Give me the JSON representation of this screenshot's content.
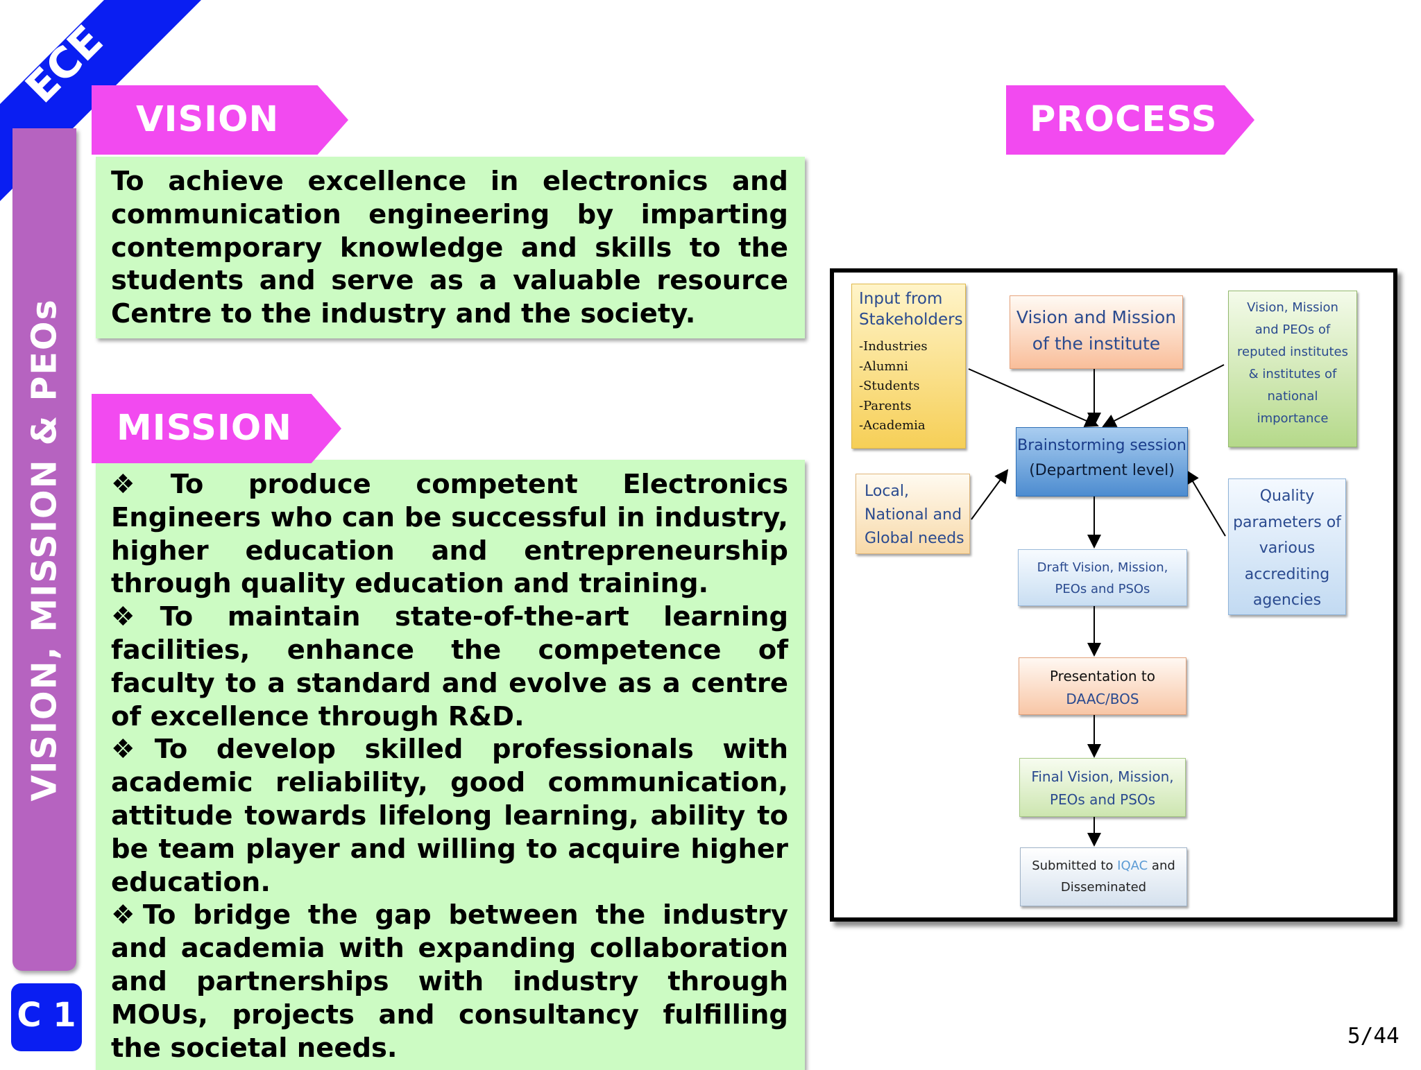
{
  "corner": {
    "label": "ECE"
  },
  "sidebar": {
    "title": "VISION, MISSION & PEOs",
    "badge": "C 1"
  },
  "vision": {
    "heading": "VISION",
    "text": "To achieve excellence in electronics and communication engineering by imparting contemporary knowledge and skills to the students and serve as a valuable resource Centre to the industry and the society."
  },
  "mission": {
    "heading": "MISSION",
    "items": [
      "❖To produce competent Electronics Engineers who can be successful in industry, higher education and entrepreneurship through quality education and training.",
      "❖To maintain state-of-the-art learning facilities, enhance the competence of faculty to a standard and evolve as a centre of excellence through R&D.",
      "❖To develop skilled professionals with academic reliability, good communication, attitude towards lifelong learning, ability to be team player and willing to acquire higher education.",
      "❖To bridge the gap between the industry and academia with expanding collaboration and partnerships with industry through MOUs, projects and consultancy fulfilling the societal needs."
    ]
  },
  "process": {
    "heading": "PROCESS",
    "nodes": {
      "stakeholders": {
        "title1": "Input from",
        "title2": "Stakeholders",
        "items": [
          "-Industries",
          "-Alumni",
          "-Students",
          "-Parents",
          "-Academia"
        ]
      },
      "institute": {
        "line1": "Vision and Mission",
        "line2": "of the institute"
      },
      "reputed": {
        "line1": "Vision, Mission",
        "line2": "and PEOs of",
        "line3": "reputed institutes",
        "line4": "& institutes of",
        "line5": "national",
        "line6": "importance"
      },
      "brainstorm": {
        "line1": "Brainstorming session",
        "line2": "(Department level)"
      },
      "local": {
        "line1": "Local,",
        "line2": "National and",
        "line3": "Global needs"
      },
      "quality": {
        "line1": "Quality",
        "line2": "parameters of",
        "line3": "various",
        "line4": "accrediting",
        "line5": "agencies"
      },
      "draft": {
        "line1": "Draft Vision, Mission,",
        "line2": "PEOs and PSOs"
      },
      "presentation": {
        "line1": "Presentation to",
        "line2": "DAAC/BOS"
      },
      "final": {
        "line1": "Final Vision, Mission,",
        "line2": "PEOs and PSOs"
      },
      "submitted": {
        "prefix": "Submitted to ",
        "highlight": "IQAC",
        "suffix": " and",
        "line2": "Disseminated"
      }
    }
  },
  "page_number": "5/44",
  "colors": {
    "ribbon": "#0a1ef2",
    "side_band": "#b663c0",
    "header_pink": "#f24af0",
    "green_box": "#ccfbc3",
    "diagram_blue_text": "#2a4a8f",
    "iqac_highlight": "#5b9bd5"
  }
}
